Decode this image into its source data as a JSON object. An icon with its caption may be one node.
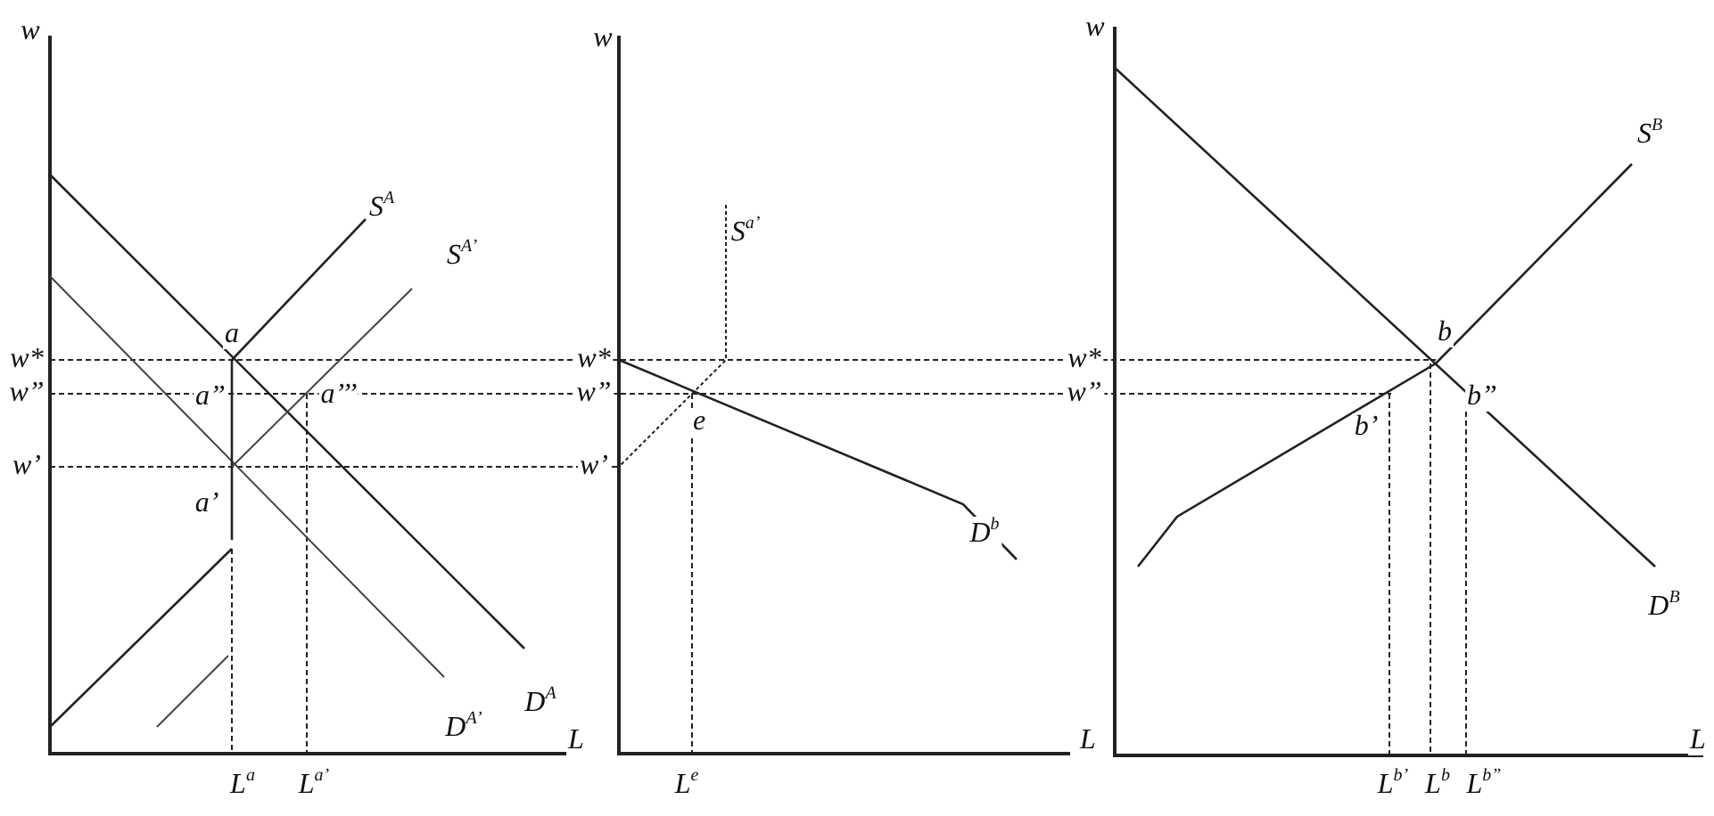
{
  "diagram": {
    "labels": [
      "w",
      "w",
      "w",
      "S$^{A}$",
      "S$^{A’}$",
      "S$^{a’}$",
      "S$^{B}$",
      "a",
      "w*",
      "w*",
      "w*",
      "b",
      "w”",
      "a”",
      "a’’’",
      "w”",
      "w”",
      "b”",
      "e",
      "b’",
      "w’",
      "w’",
      "a’",
      "D$^{b}$",
      "D$^{B}$",
      "D$^{A}$",
      "D$^{A’}$",
      "L",
      "L",
      "L",
      "L$^{a}$",
      "L$^{a’}$",
      "L$^{e}$",
      "L$^{b’}$",
      "L$^{b}$",
      "L$^{b”}$"
    ]
  }
}
